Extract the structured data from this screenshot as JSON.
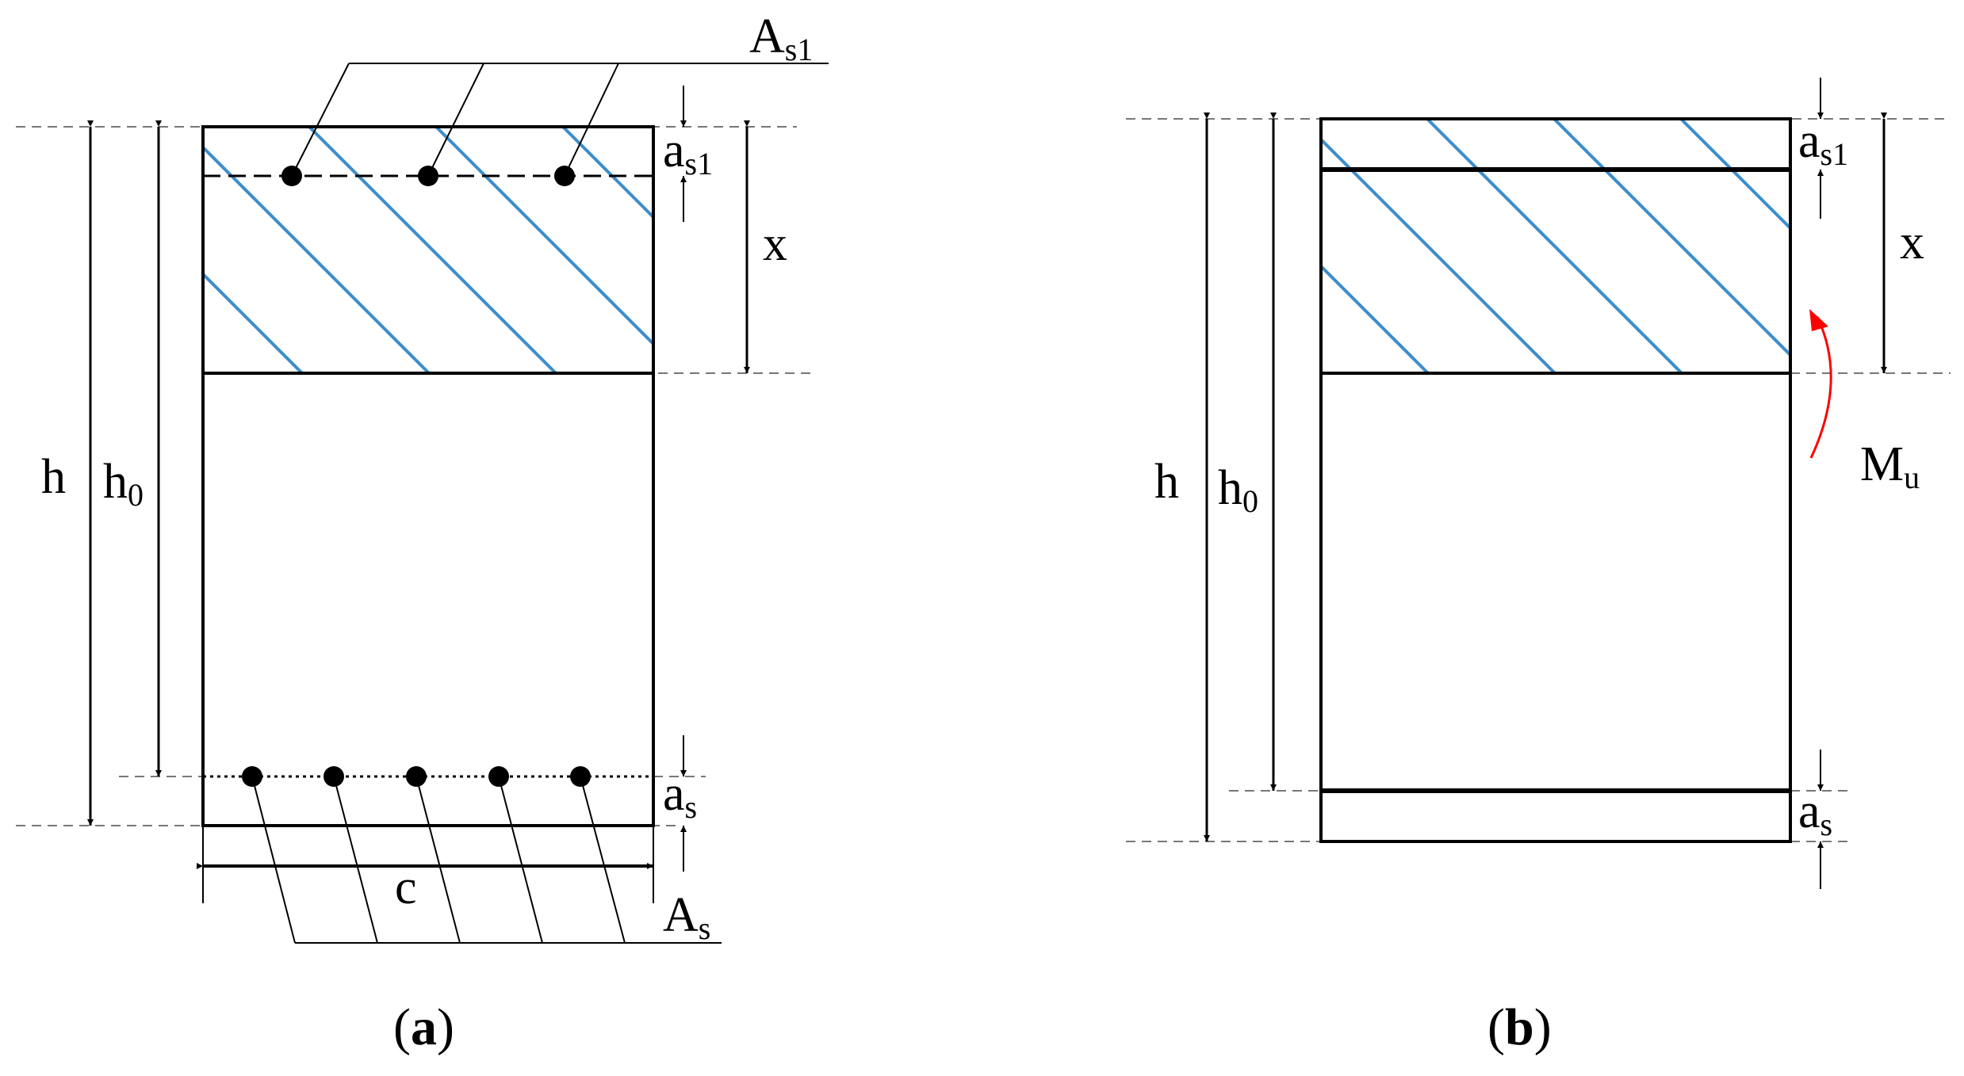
{
  "colors": {
    "hatch": "#3d8ecb",
    "moment": "#ff0000",
    "line": "#000000",
    "dash": "#777777"
  },
  "panel_a": {
    "label_As1_main": "A",
    "label_As1_sub": "s1",
    "label_as1_main": "a",
    "label_as1_sub": "s1",
    "label_x": "x",
    "label_h": "h",
    "label_h0_main": "h",
    "label_h0_sub": "0",
    "label_as_main": "a",
    "label_as_sub": "s",
    "label_c": "c",
    "label_As_main": "A",
    "label_As_sub": "s",
    "caption_open": "(",
    "caption_letter": "a",
    "caption_close": ")"
  },
  "panel_b": {
    "label_as1_main": "a",
    "label_as1_sub": "s1",
    "label_x": "x",
    "label_Mu_main": "M",
    "label_Mu_sub": "u",
    "label_h": "h",
    "label_h0_main": "h",
    "label_h0_sub": "0",
    "label_as_main": "a",
    "label_as_sub": "s",
    "caption_open": "(",
    "caption_letter": "b",
    "caption_close": ")"
  }
}
